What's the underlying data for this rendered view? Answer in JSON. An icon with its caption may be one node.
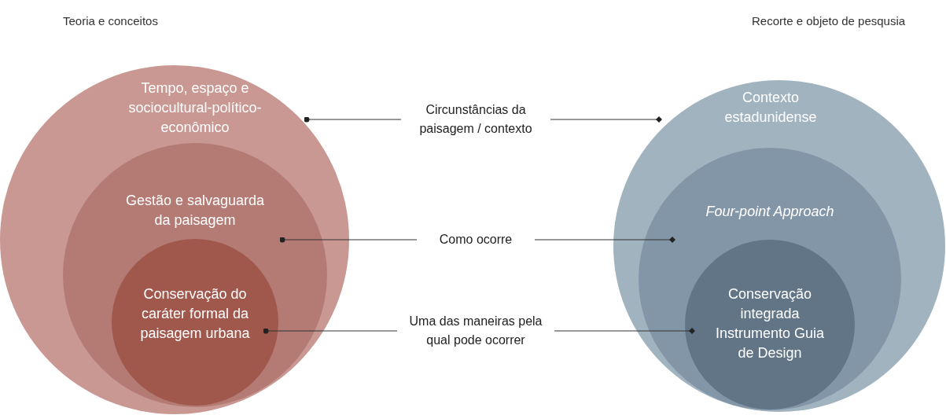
{
  "diagram": {
    "nodes": [
      {
        "text": [
          "Tempo, espaço e sociocultural-político-econômico"
        ]
      },
      {
        "text": [
          "Gestão e salvaguarda da paisagem"
        ],
        "in": 0
      },
      {
        "text": [
          "Conservação do caráter formal da paisagem urbana"
        ],
        "in": 1
      },
      {
        "text": [
          "Contexto estadunidense"
        ]
      },
      {
        "text": [
          "Four-point Approach"
        ],
        "in": 3
      },
      {
        "text": [
          "Conservação integrada Instrumento Guia de Design"
        ],
        "in": 4
      },
      {
        "text": [
          "Circunstâncias da paisagem / contexto"
        ]
      },
      {
        "text": [
          "Como ocorre"
        ]
      },
      {
        "text": [
          "Uma das maneiras pela qual pode ocorrer"
        ]
      }
    ],
    "edges": [
      {
        "from": 6,
        "to": 0,
        "arrow": "other"
      },
      {
        "from": 6,
        "to": 3,
        "arrow": "other"
      },
      {
        "from": 7,
        "to": 1,
        "arrow": "other"
      },
      {
        "from": 7,
        "to": 4,
        "arrow": "other"
      },
      {
        "from": 8,
        "to": 2,
        "arrow": "other"
      },
      {
        "from": 8,
        "to": 5,
        "arrow": "other"
      }
    ],
    "labels": [
      "Teoria e conceitos",
      "Recorte e objeto de pesqusia"
    ]
  }
}
